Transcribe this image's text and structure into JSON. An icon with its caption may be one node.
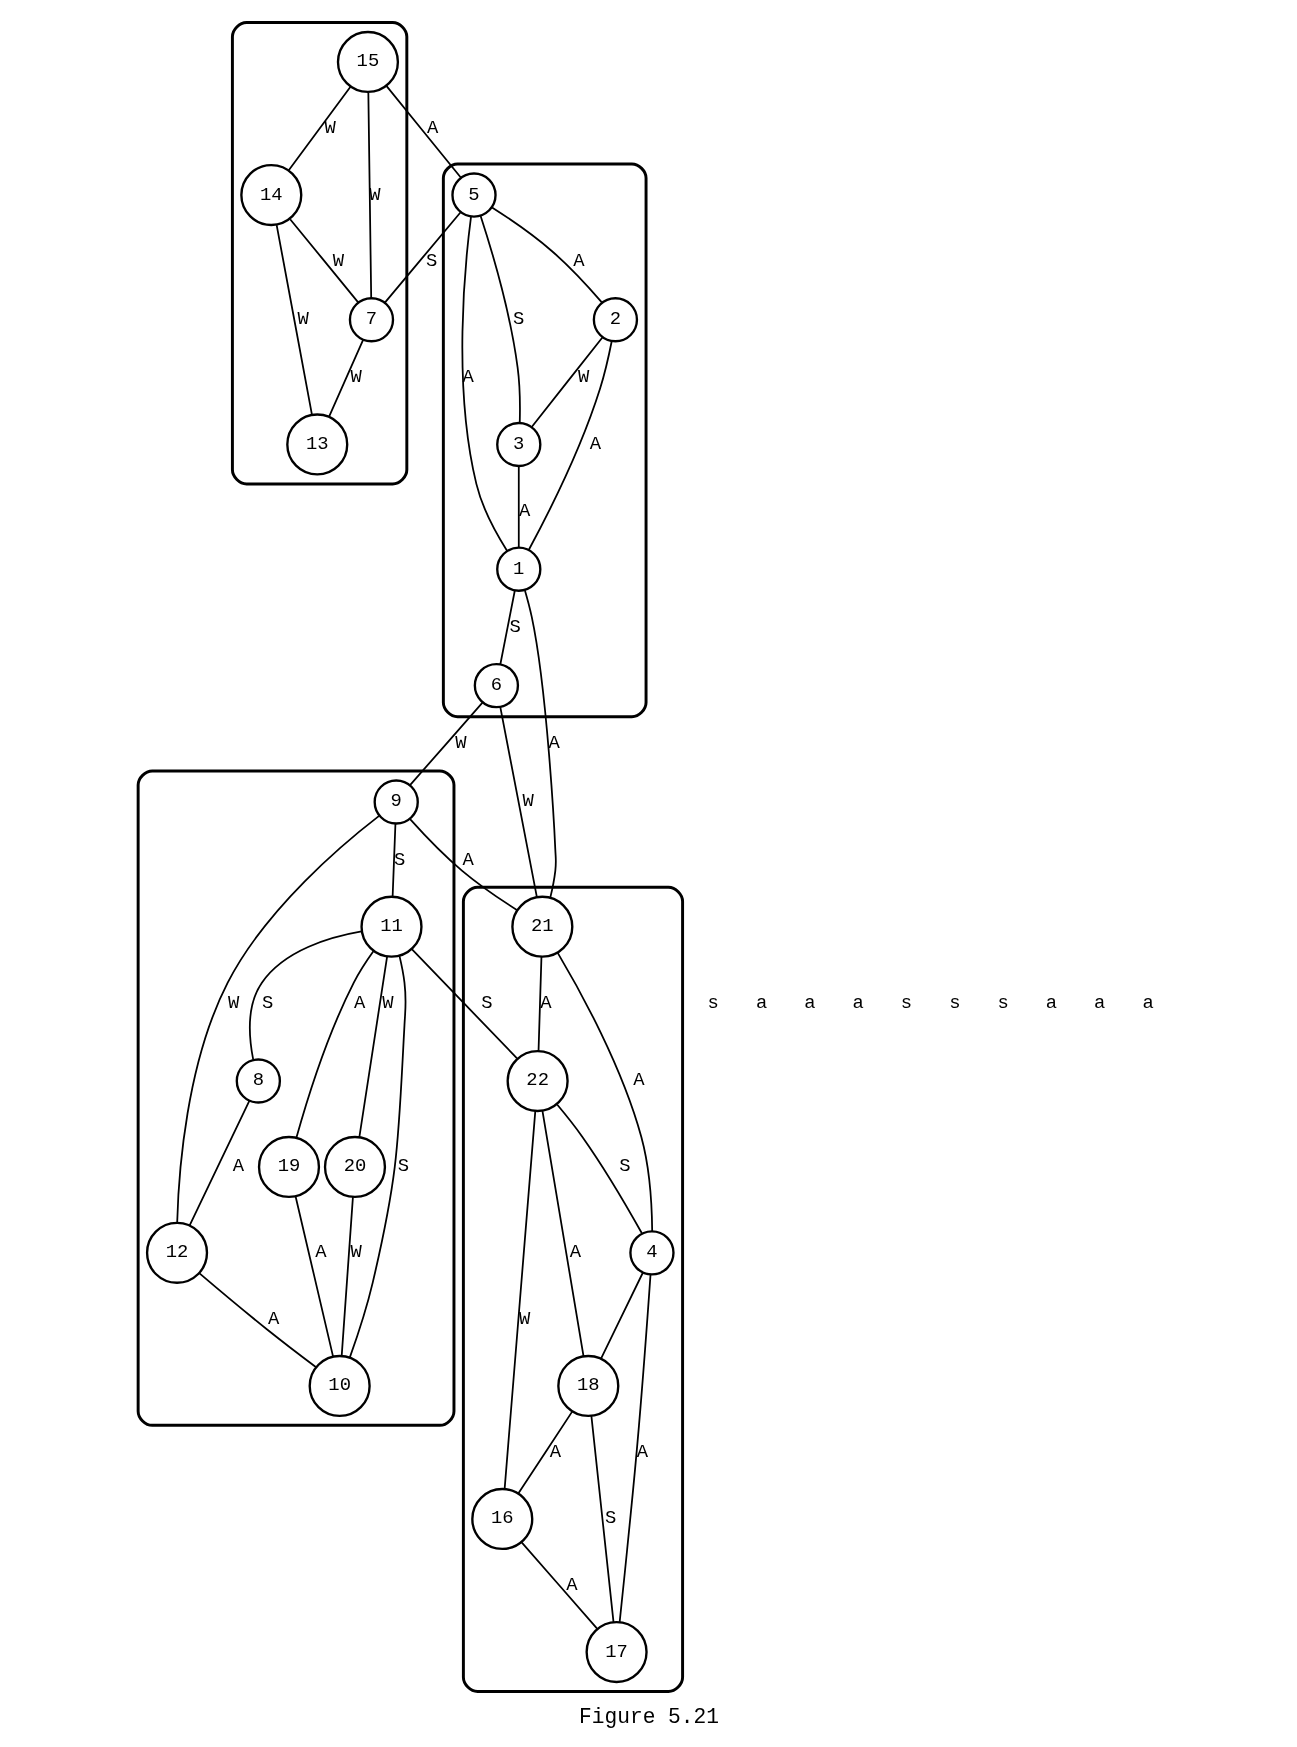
{
  "diagram": {
    "caption": "Figure 5.21",
    "nodes": [
      {
        "text": [],
        "shape": "cloud"
      },
      {
        "text": [
          "15"
        ],
        "in": 0
      },
      {
        "text": [
          "14"
        ],
        "in": 0
      },
      {
        "text": [
          "7"
        ],
        "in": 0
      },
      {
        "text": [
          "13"
        ],
        "in": 0
      },
      {
        "text": [],
        "shape": "cloud"
      },
      {
        "text": [
          "5"
        ],
        "in": 5
      },
      {
        "text": [
          "2"
        ],
        "in": 5
      },
      {
        "text": [
          "3"
        ],
        "in": 5
      },
      {
        "text": [
          "1"
        ],
        "in": 5
      },
      {
        "text": [
          "6"
        ],
        "in": 5
      },
      {
        "text": [],
        "shape": "cloud"
      },
      {
        "text": [
          "9"
        ],
        "in": 11
      },
      {
        "text": [
          "11"
        ],
        "in": 11
      },
      {
        "text": [
          "8"
        ],
        "in": 11
      },
      {
        "text": [
          "19"
        ],
        "in": 11
      },
      {
        "text": [
          "12"
        ],
        "in": 11
      },
      {
        "text": [
          "20"
        ],
        "in": 11
      },
      {
        "text": [
          "10"
        ],
        "in": 11
      },
      {
        "text": [],
        "shape": "cloud"
      },
      {
        "text": [
          "21"
        ],
        "in": 19
      },
      {
        "text": [
          "4"
        ],
        "in": 19
      },
      {
        "text": [
          "22"
        ],
        "in": 19
      },
      {
        "text": [
          "18"
        ],
        "in": 19
      },
      {
        "text": [
          "16"
        ],
        "in": 19
      },
      {
        "text": [
          "17"
        ],
        "in": 19
      }
    ],
    "edges": [
      {
        "from": 1,
        "to": 2,
        "arrow": "none",
        "label": "W"
      },
      {
        "from": 1,
        "to": 3,
        "arrow": "none",
        "label": "W"
      },
      {
        "from": 2,
        "to": 3,
        "arrow": "none",
        "label": "W"
      },
      {
        "from": 2,
        "to": 4,
        "arrow": "none",
        "label": "W"
      },
      {
        "from": 3,
        "to": 4,
        "arrow": "none",
        "label": "W"
      },
      {
        "from": 1,
        "to": 6,
        "arrow": "none",
        "label": "A"
      },
      {
        "from": 6,
        "to": 3,
        "arrow": "none",
        "label": "S"
      },
      {
        "from": 6,
        "to": 7,
        "arrow": "none",
        "label": "A"
      },
      {
        "from": 6,
        "to": 8,
        "arrow": "none",
        "label": "S"
      },
      {
        "from": 7,
        "to": 8,
        "arrow": "none",
        "label": "W"
      },
      {
        "from": 7,
        "to": 9,
        "arrow": "none",
        "label": "A"
      },
      {
        "from": 6,
        "to": 9,
        "arrow": "none",
        "label": "A"
      },
      {
        "from": 8,
        "to": 9,
        "arrow": "none",
        "label": "A"
      },
      {
        "from": 9,
        "to": 10,
        "arrow": "none",
        "label": "S"
      },
      {
        "from": 9,
        "to": 20,
        "arrow": "none",
        "label": "A"
      },
      {
        "from": 10,
        "to": 12,
        "arrow": "none",
        "label": "W"
      },
      {
        "from": 10,
        "to": 20,
        "arrow": "none",
        "label": "W"
      },
      {
        "from": 12,
        "to": 20,
        "arrow": "none",
        "label": "A"
      },
      {
        "from": 12,
        "to": 13,
        "arrow": "none",
        "label": "S"
      },
      {
        "from": 12,
        "to": 16,
        "arrow": "none",
        "label": "W"
      },
      {
        "from": 13,
        "to": 22,
        "arrow": "none",
        "label": "S"
      },
      {
        "from": 13,
        "to": 14,
        "arrow": "none",
        "label": "S"
      },
      {
        "from": 13,
        "to": 17,
        "arrow": "none",
        "label": "W"
      },
      {
        "from": 13,
        "to": 18,
        "arrow": "none",
        "label": "S"
      },
      {
        "from": 13,
        "to": 15,
        "arrow": "none",
        "label": "A"
      },
      {
        "from": 14,
        "to": 16,
        "arrow": "none",
        "label": "A"
      },
      {
        "from": 16,
        "to": 18,
        "arrow": "none",
        "label": "A"
      },
      {
        "from": 17,
        "to": 18,
        "arrow": "none",
        "label": "W"
      },
      {
        "from": 15,
        "to": 18,
        "arrow": "none",
        "label": "A"
      },
      {
        "from": 20,
        "to": 21,
        "arrow": "none",
        "label": "A"
      },
      {
        "from": 20,
        "to": 22,
        "arrow": "none",
        "label": "A"
      },
      {
        "from": 22,
        "to": 21,
        "arrow": "none",
        "label": "S"
      },
      {
        "from": 22,
        "to": 23,
        "arrow": "none",
        "label": "A"
      },
      {
        "from": 22,
        "to": 24,
        "arrow": "none",
        "label": "W"
      },
      {
        "from": 21,
        "to": 23,
        "arrow": "none"
      },
      {
        "from": 21,
        "to": 25,
        "arrow": "none",
        "label": "A"
      },
      {
        "from": 23,
        "to": 24,
        "arrow": "none",
        "label": "A"
      },
      {
        "from": 23,
        "to": 25,
        "arrow": "none",
        "label": "S"
      },
      {
        "from": 24,
        "to": 25,
        "arrow": "none",
        "label": "A"
      }
    ],
    "labels": [
      "s",
      "a",
      "a",
      "a",
      "s",
      "s",
      "s",
      "a",
      "a",
      "a"
    ]
  }
}
